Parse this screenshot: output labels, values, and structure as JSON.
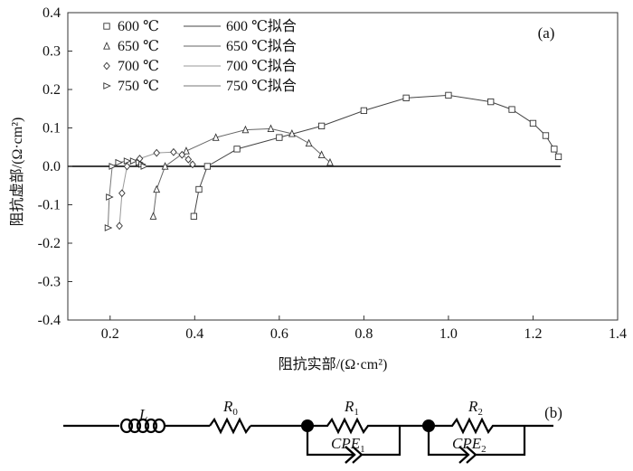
{
  "chart_data": {
    "type": "scatter",
    "panel_label": "(a)",
    "xlabel": "阻抗实部/(Ω·cm²)",
    "ylabel": "阻抗虚部/(Ω·cm²)",
    "xlim": [
      0.1,
      1.4
    ],
    "ylim": [
      -0.4,
      0.4
    ],
    "x_ticks": [
      "0.2",
      "0.4",
      "0.6",
      "0.8",
      "1.0",
      "1.2",
      "1.4"
    ],
    "y_ticks": [
      "0.4",
      "0.3",
      "0.2",
      "0.1",
      "0.0",
      "-0.1",
      "-0.2",
      "-0.3",
      "-0.4"
    ],
    "grid": false,
    "legend_position": "top-left",
    "series": [
      {
        "name": "600 ℃",
        "fit_name": "600 ℃拟合",
        "marker": "square",
        "x": [
          0.398,
          0.41,
          0.43,
          0.5,
          0.6,
          0.7,
          0.8,
          0.9,
          1.0,
          1.1,
          1.15,
          1.2,
          1.23,
          1.25,
          1.26
        ],
        "y": [
          -0.13,
          -0.06,
          0.0,
          0.045,
          0.075,
          0.105,
          0.145,
          0.178,
          0.185,
          0.168,
          0.148,
          0.112,
          0.08,
          0.045,
          0.025
        ]
      },
      {
        "name": "650 ℃",
        "fit_name": "650 ℃拟合",
        "marker": "triangle-up",
        "x": [
          0.302,
          0.31,
          0.33,
          0.38,
          0.45,
          0.52,
          0.58,
          0.63,
          0.67,
          0.7,
          0.72
        ],
        "y": [
          -0.13,
          -0.06,
          0.0,
          0.04,
          0.075,
          0.095,
          0.098,
          0.085,
          0.06,
          0.03,
          0.01
        ]
      },
      {
        "name": "700 ℃",
        "fit_name": "700 ℃拟合",
        "marker": "diamond",
        "x": [
          0.222,
          0.228,
          0.24,
          0.27,
          0.31,
          0.35,
          0.37,
          0.385,
          0.395
        ],
        "y": [
          -0.155,
          -0.07,
          0.0,
          0.02,
          0.035,
          0.037,
          0.03,
          0.018,
          0.005
        ]
      },
      {
        "name": "750 ℃",
        "fit_name": "750 ℃拟合",
        "marker": "triangle-right",
        "x": [
          0.195,
          0.198,
          0.205,
          0.22,
          0.24,
          0.255,
          0.268,
          0.275,
          0.28
        ],
        "y": [
          -0.16,
          -0.08,
          0.0,
          0.01,
          0.014,
          0.014,
          0.01,
          0.005,
          0.0
        ]
      }
    ]
  },
  "circuit": {
    "panel_label": "(b)",
    "elements": [
      {
        "letter": "L",
        "sub": ""
      },
      {
        "letter": "R",
        "sub": "0"
      },
      {
        "letter": "R",
        "sub": "1"
      },
      {
        "letter": "CPE",
        "sub": "1"
      },
      {
        "letter": "R",
        "sub": "2"
      },
      {
        "letter": "CPE",
        "sub": "2"
      }
    ]
  }
}
